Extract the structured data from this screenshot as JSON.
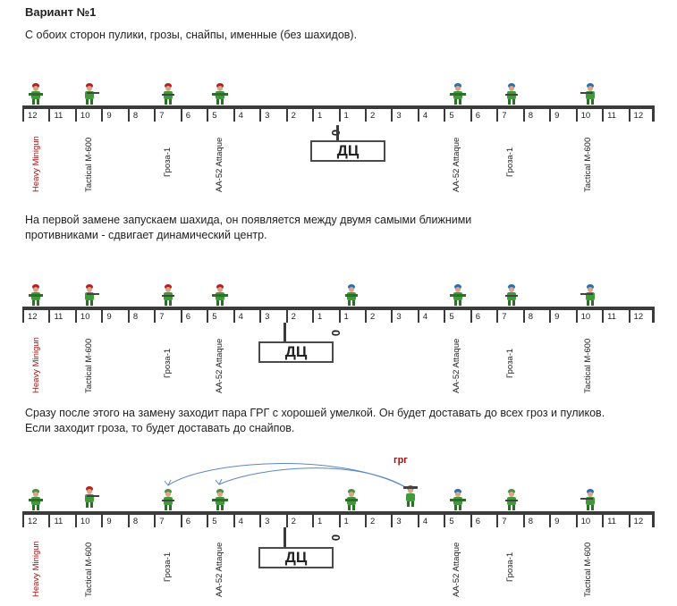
{
  "title": "Вариант №1",
  "captions": [
    "С обоих сторон пулики, грозы, снайпы, именные (без шахидов).",
    "На первой замене запускаем шахида, он появляется между двумя самыми ближними",
    "противниками - сдвигает динамический центр.",
    "Сразу после этого на замену заходит пара ГРГ с хорошей умелкой. Он будет доставать до всех гроз и пуликов.",
    "Если заходит гроза, то будет доставать до снайпов."
  ],
  "scale": {
    "ticks": [
      "12",
      "11",
      "10",
      "9",
      "8",
      "7",
      "6",
      "5",
      "4",
      "3",
      "2",
      "1",
      "1",
      "2",
      "3",
      "4",
      "5",
      "6",
      "7",
      "8",
      "9",
      "10",
      "11",
      "12"
    ],
    "zero": "0",
    "center_label": "ДЦ"
  },
  "unit_labels": {
    "heavy": "Heavy Minigun",
    "tactical": "Tactical M-600",
    "groza": "Гроза-1",
    "aa": "AA-52 Attaque"
  },
  "grg_label": "грг",
  "colors": {
    "accent_red": "#a01414",
    "track": "#3b3b3b",
    "soldier_green": "#3f9b3a"
  },
  "icons": [
    "soldier-red-cap-icon",
    "soldier-blue-cap-icon",
    "soldier-green-icon"
  ]
}
